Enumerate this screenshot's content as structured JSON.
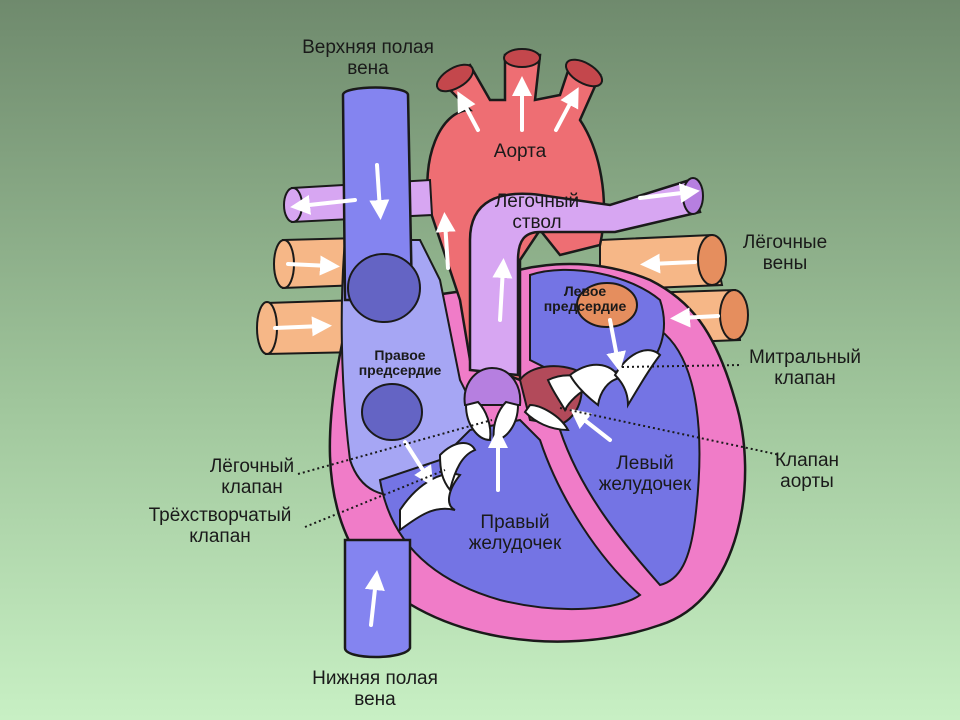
{
  "labels": {
    "superior_vena_cava": [
      "Верхняя полая",
      "вена"
    ],
    "aorta": "Аорта",
    "pulmonary_trunk": [
      "Лёгочный",
      "ствол"
    ],
    "pulmonary_veins": [
      "Лёгочные",
      "вены"
    ],
    "left_atrium": [
      "Левое",
      "предсердие"
    ],
    "right_atrium": [
      "Правое",
      "предсердие"
    ],
    "mitral_valve": [
      "Митральный",
      "клапан"
    ],
    "pulmonary_valve": [
      "Лёгочный",
      "клапан"
    ],
    "aortic_valve": [
      "Клапан",
      "аорты"
    ],
    "tricuspid_valve": [
      "Трёхстворчатый",
      "клапан"
    ],
    "left_ventricle": [
      "Левый",
      "желудочек"
    ],
    "right_ventricle": [
      "Правый",
      "желудочек"
    ],
    "inferior_vena_cava": [
      "Нижняя полая",
      "вена"
    ]
  },
  "colors": {
    "background_top": "#6f8a6d",
    "background_bottom": "#c8f0c4",
    "aorta": "#ee6e73",
    "vena_cava": "#8484f0",
    "right_atrium": "#a6a6f4",
    "ventricles": "#7474e4",
    "heart_wall": "#f07cc8",
    "pulmonary_trunk": "#d7a6f2",
    "pulmonary_veins": "#f6b787",
    "left_atrium": "#b67da8",
    "valves": "#ffffff",
    "arrows": "#ffffff"
  }
}
